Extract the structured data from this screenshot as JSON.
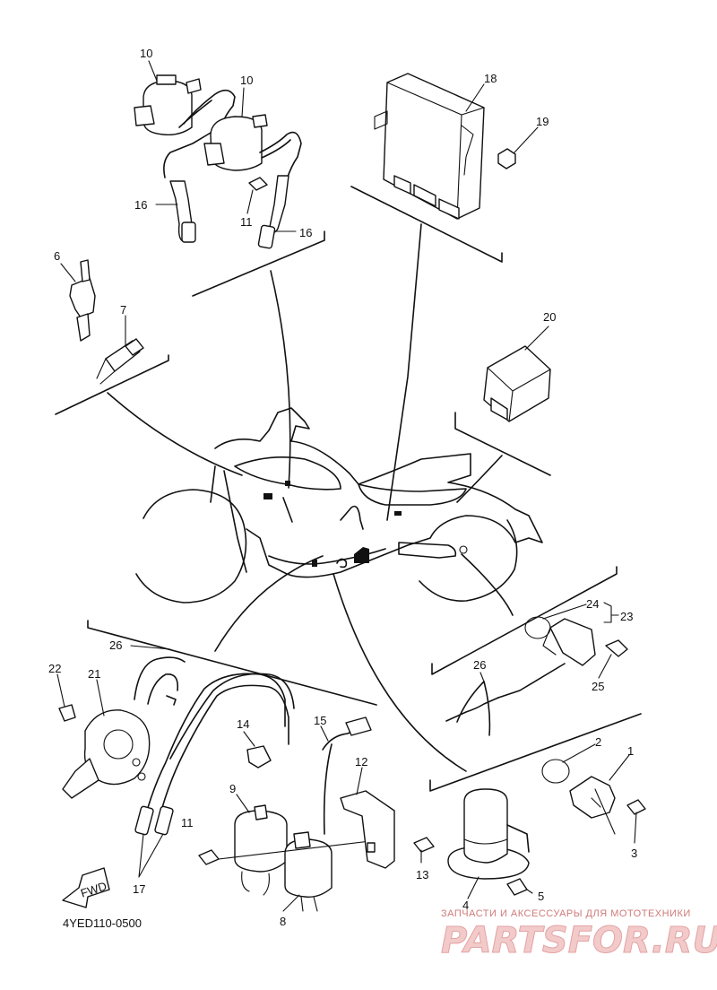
{
  "diagram_code": "4YED110-0500",
  "fwd_label": "FWD",
  "watermark": {
    "top_text": "ЗАПЧАСТИ И АКСЕССУАРЫ ДЛЯ МОТОТЕХНИКИ",
    "logo_text": "PARTSFOR.RU"
  },
  "callouts": [
    "10",
    "10",
    "16",
    "11",
    "16",
    "18",
    "19",
    "6",
    "7",
    "20",
    "24",
    "23",
    "25",
    "26",
    "26",
    "22",
    "21",
    "14",
    "15",
    "12",
    "2",
    "1",
    "3",
    "9",
    "11",
    "13",
    "17",
    "8",
    "4",
    "5"
  ]
}
